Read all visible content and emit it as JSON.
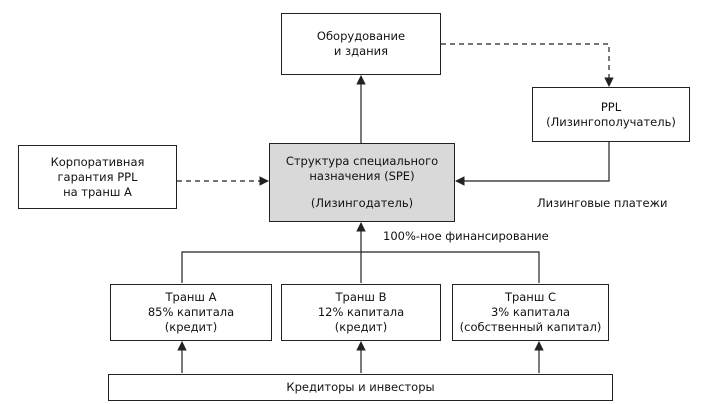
{
  "nodes": {
    "equipment": {
      "lines": [
        "Оборудование",
        "и здания"
      ]
    },
    "ppl": {
      "lines": [
        "PPL",
        "(Лизингополучатель)"
      ]
    },
    "guarantee": {
      "lines": [
        "Корпоративная",
        "гарантия PPL",
        "на транш А"
      ]
    },
    "spe": {
      "lines": [
        "Структура специального",
        "назначения (SPE)"
      ],
      "role": "(Лизингодатель)",
      "fill": "#d9d9d9"
    },
    "tranche_a": {
      "lines": [
        "Транш А",
        "85% капитала",
        "(кредит)"
      ]
    },
    "tranche_b": {
      "lines": [
        "Транш В",
        "12% капитала",
        "(кредит)"
      ]
    },
    "tranche_c": {
      "lines": [
        "Транш С",
        "3% капитала",
        "(собственный капитал)"
      ]
    },
    "creditors": {
      "lines": [
        "Кредиторы и инвесторы"
      ]
    }
  },
  "labels": {
    "lease_payments": "Лизинговые платежи",
    "financing": "100%-ное финансирование"
  },
  "colors": {
    "line": "#222222",
    "box_border": "#222222",
    "spe_fill": "#d9d9d9"
  }
}
